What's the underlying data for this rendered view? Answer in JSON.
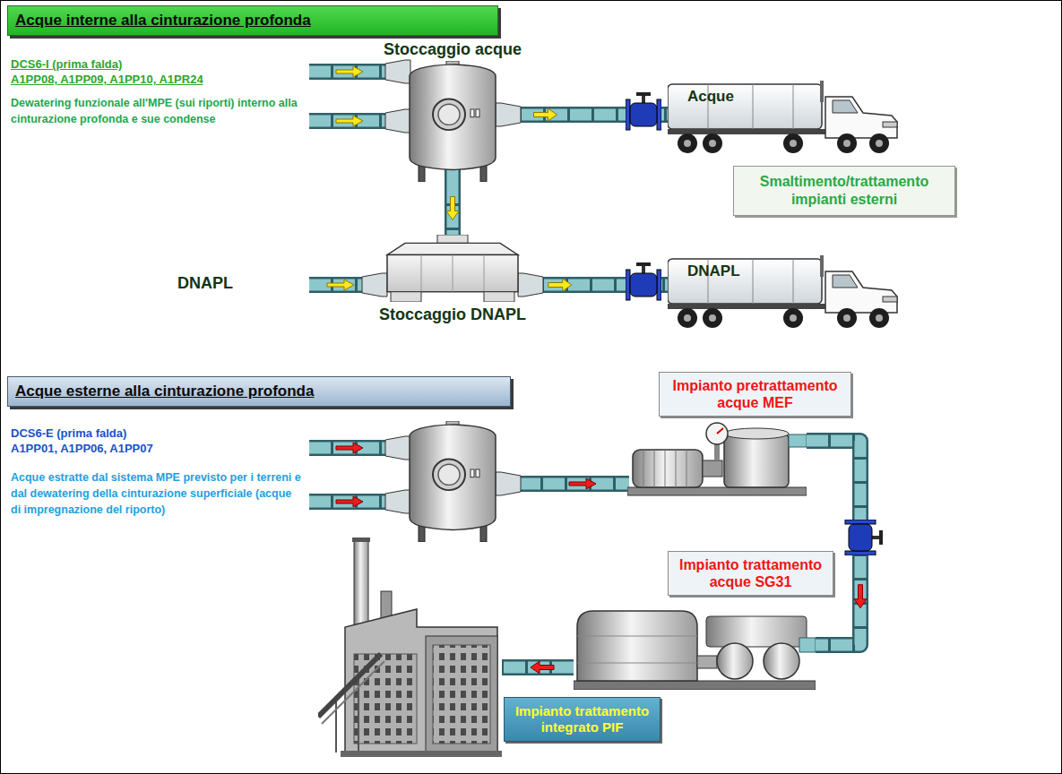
{
  "diagram": {
    "nodes": [
      {
        "text": [
          "Acque interne alla cinturazione profonda"
        ]
      },
      {
        "text": [
          "Stoccaggio acque"
        ]
      },
      {
        "text": [
          "Acque"
        ]
      },
      {
        "text": [
          "Smaltimento/trattamento impianti esterni"
        ]
      },
      {
        "text": [
          "Stoccaggio DNAPL"
        ]
      },
      {
        "text": [
          "DNAPL"
        ]
      },
      {
        "text": [
          "Acque esterne alla cinturazione profonda"
        ]
      },
      {
        "text": [
          "Impianto pretrattamento acque MEF"
        ]
      },
      {
        "text": [
          "Impianto trattamento acque SG31"
        ]
      },
      {
        "text": [
          "Impianto trattamento integrato PIF"
        ]
      }
    ],
    "edges": [
      {
        "from": 1,
        "to": 2,
        "arrow": "to"
      },
      {
        "from": 1,
        "to": 4,
        "arrow": "to"
      },
      {
        "from": 4,
        "to": 5,
        "arrow": "to"
      },
      {
        "from": 7,
        "to": 8,
        "arrow": "to"
      },
      {
        "from": 8,
        "to": 9,
        "arrow": "to"
      }
    ],
    "labels": [
      "DCS6-I (prima falda)",
      "A1PP08, A1PP09, A1PP10, A1PR24",
      "Dewatering funzionale all'MPE (sui riporti) interno alla cinturazione profonda e sue condense",
      "DNAPL",
      "DCS6-E (prima falda)",
      "A1PP01, A1PP06, A1PP07",
      "Acque estratte dal sistema MPE previsto per i terreni e dal dewatering della cinturazione superficiale (acque di impregnazione del riporto)"
    ]
  }
}
